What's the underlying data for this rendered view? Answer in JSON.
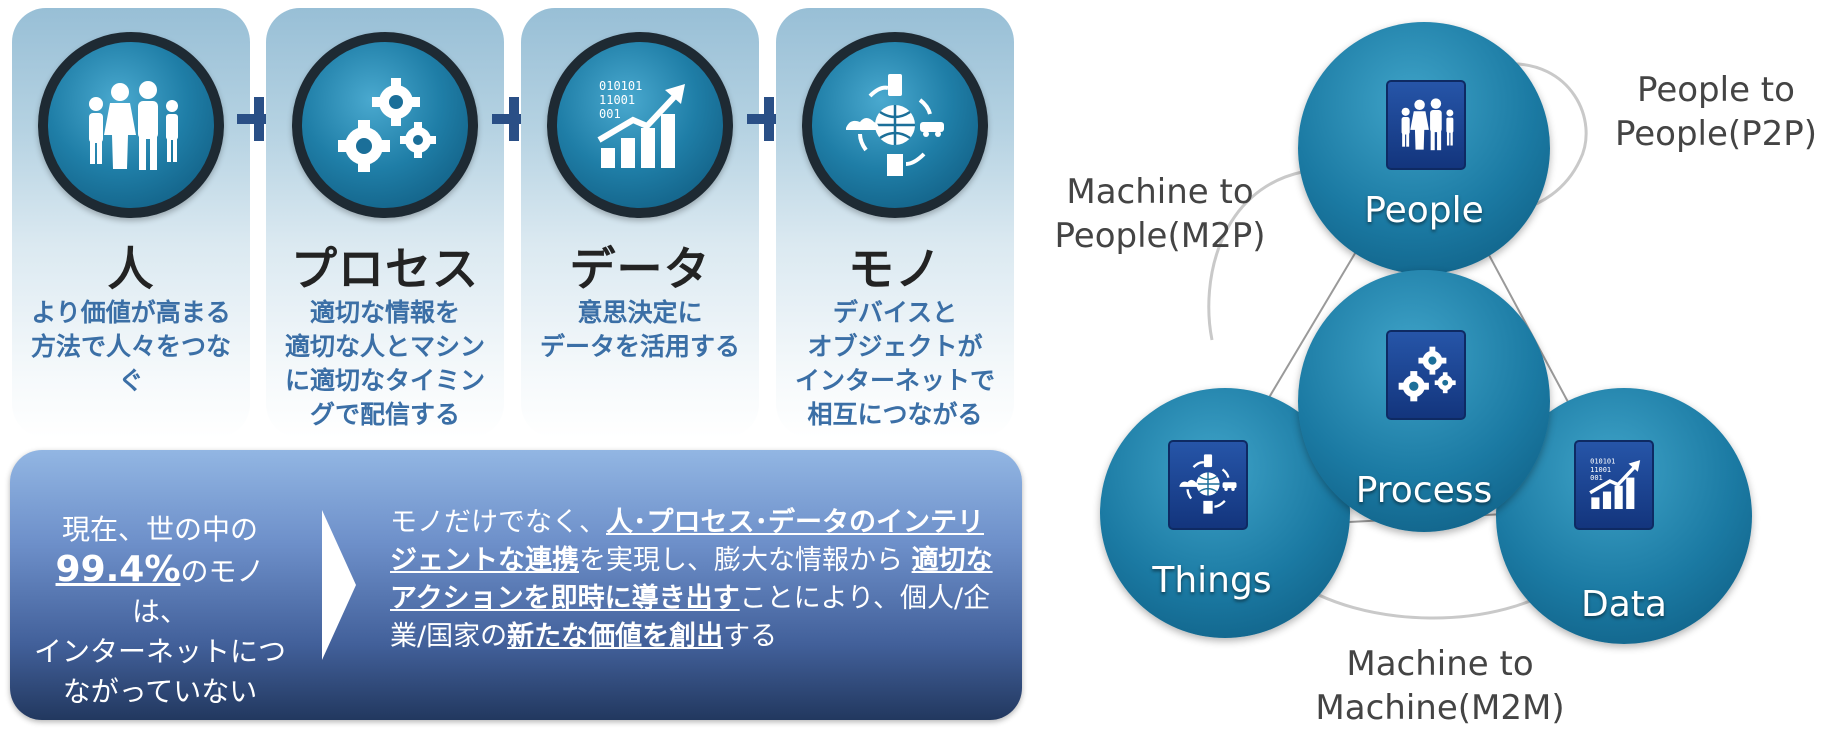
{
  "elements": [
    {
      "title": "人",
      "description": "より価値が高まる\n方法で人々をつな\nぐ",
      "icon": "people-icon"
    },
    {
      "title": "プロセス",
      "description": "適切な情報を\n適切な人とマシン\nに適切なタイミン\nグで配信する",
      "icon": "gears-icon"
    },
    {
      "title": "データ",
      "description": "意思決定に\nデータを活用する",
      "icon": "data-chart-icon"
    },
    {
      "title": "モノ",
      "description": "デバイスと\nオブジェクトが\nインターネットで\n相互につながる",
      "icon": "connected-devices-icon"
    }
  ],
  "message": {
    "left_line1": "現在、世の中の",
    "left_highlight": "99.4%",
    "left_line2": "のモノは、",
    "left_line3": "インターネットにつ",
    "left_line4": "ながっていない",
    "right_part1": "モノだけでなく、",
    "right_em1": "人･プロセス･データのインテリジェントな連携",
    "right_part2": "を実現し、膨大な情報から",
    "right_em2": "適切なアクションを即時に導き出す",
    "right_part3": "ことにより、個人/企業/国家の",
    "right_em3": "新たな価値を創出",
    "right_part4": "する"
  },
  "diagram": {
    "nodes": [
      {
        "label": "People",
        "icon": "people-icon"
      },
      {
        "label": "Process",
        "icon": "gears-icon"
      },
      {
        "label": "Things",
        "icon": "connected-devices-icon"
      },
      {
        "label": "Data",
        "icon": "data-chart-icon"
      }
    ],
    "p2p": "People to\nPeople(P2P)",
    "m2p": "Machine to\nPeople(M2P)",
    "m2m": "Machine to\nMachine(M2M)"
  },
  "colors": {
    "panel_blue": "#98bfd6",
    "badge_blue": "#1f7ea7",
    "plus_navy": "#2a4f86",
    "description_blue": "#3b6fa6",
    "message_top": "#92b6e3",
    "message_bottom": "#22385f",
    "tile_navy": "#13357d"
  }
}
